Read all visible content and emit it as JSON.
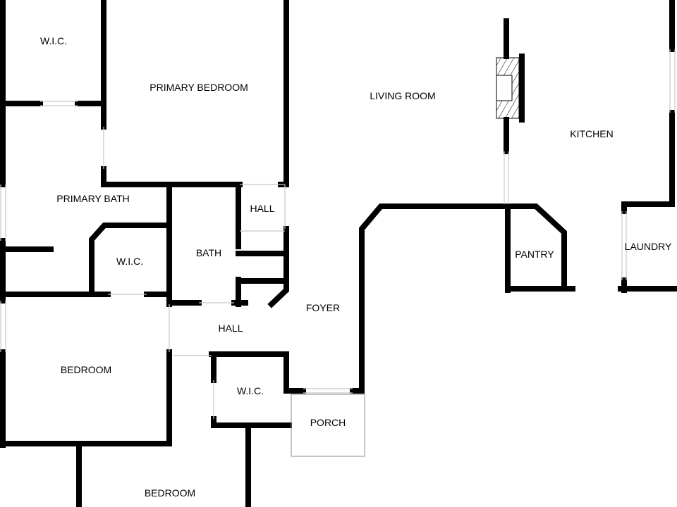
{
  "rooms": {
    "wic_top": "W.I.C.",
    "primary_bedroom": "PRIMARY BEDROOM",
    "living_room": "LIVING ROOM",
    "kitchen": "KITCHEN",
    "primary_bath": "PRIMARY BATH",
    "hall_upper": "HALL",
    "bath": "BATH",
    "wic_bath": "W.I.C.",
    "pantry": "PANTRY",
    "laundry": "LAUNDRY",
    "foyer": "FOYER",
    "hall_lower": "HALL",
    "bedroom": "BEDROOM",
    "wic_lower": "W.I.C.",
    "porch": "PORCH",
    "bedroom_bottom": "BEDROOM"
  }
}
